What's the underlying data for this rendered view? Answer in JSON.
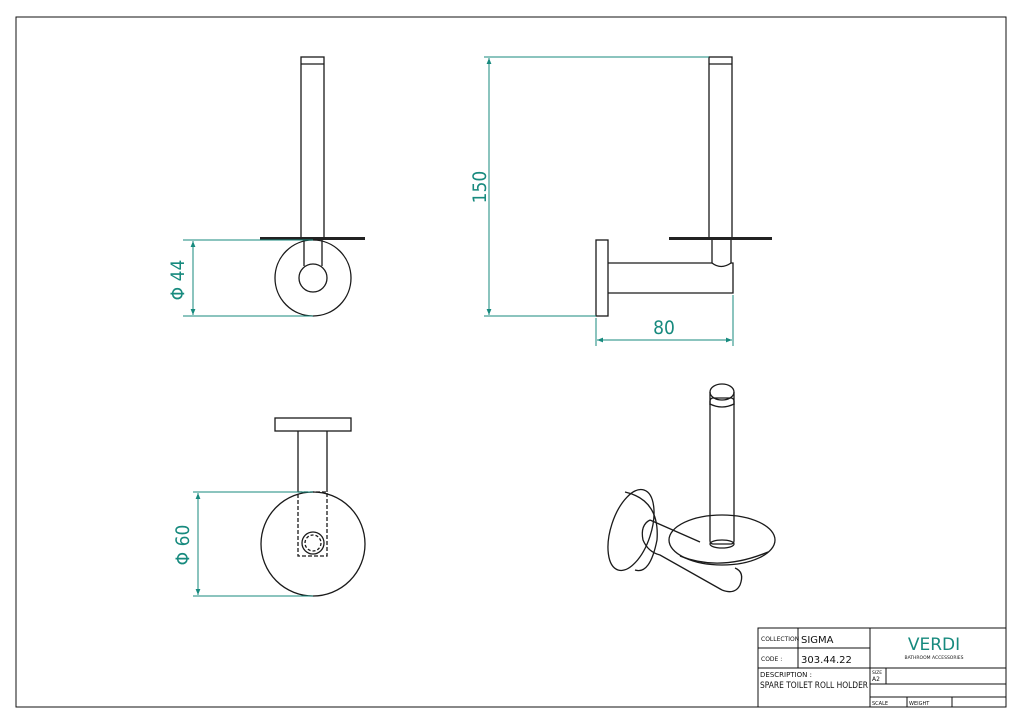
{
  "drawing": {
    "dimensions": {
      "top_left_diameter": "Φ 44",
      "height": "150",
      "depth": "80",
      "bottom_left_diameter": "Φ 60"
    },
    "accent_color": "#178a7e"
  },
  "title_block": {
    "collection_label": "COLLECTION",
    "collection_value": "SIGMA",
    "code_label": "CODE :",
    "code_value": "303.44.22",
    "description_label": "DESCRIPTION :",
    "description_value": "SPARE TOILET ROLL HOLDER",
    "brand": "VERDI",
    "brand_tagline": "BATHROOM ACCESSORIES",
    "size_label": "SIZE",
    "size_value": "A2",
    "scale_label": "SCALE",
    "weight_label": "WEIGHT"
  }
}
